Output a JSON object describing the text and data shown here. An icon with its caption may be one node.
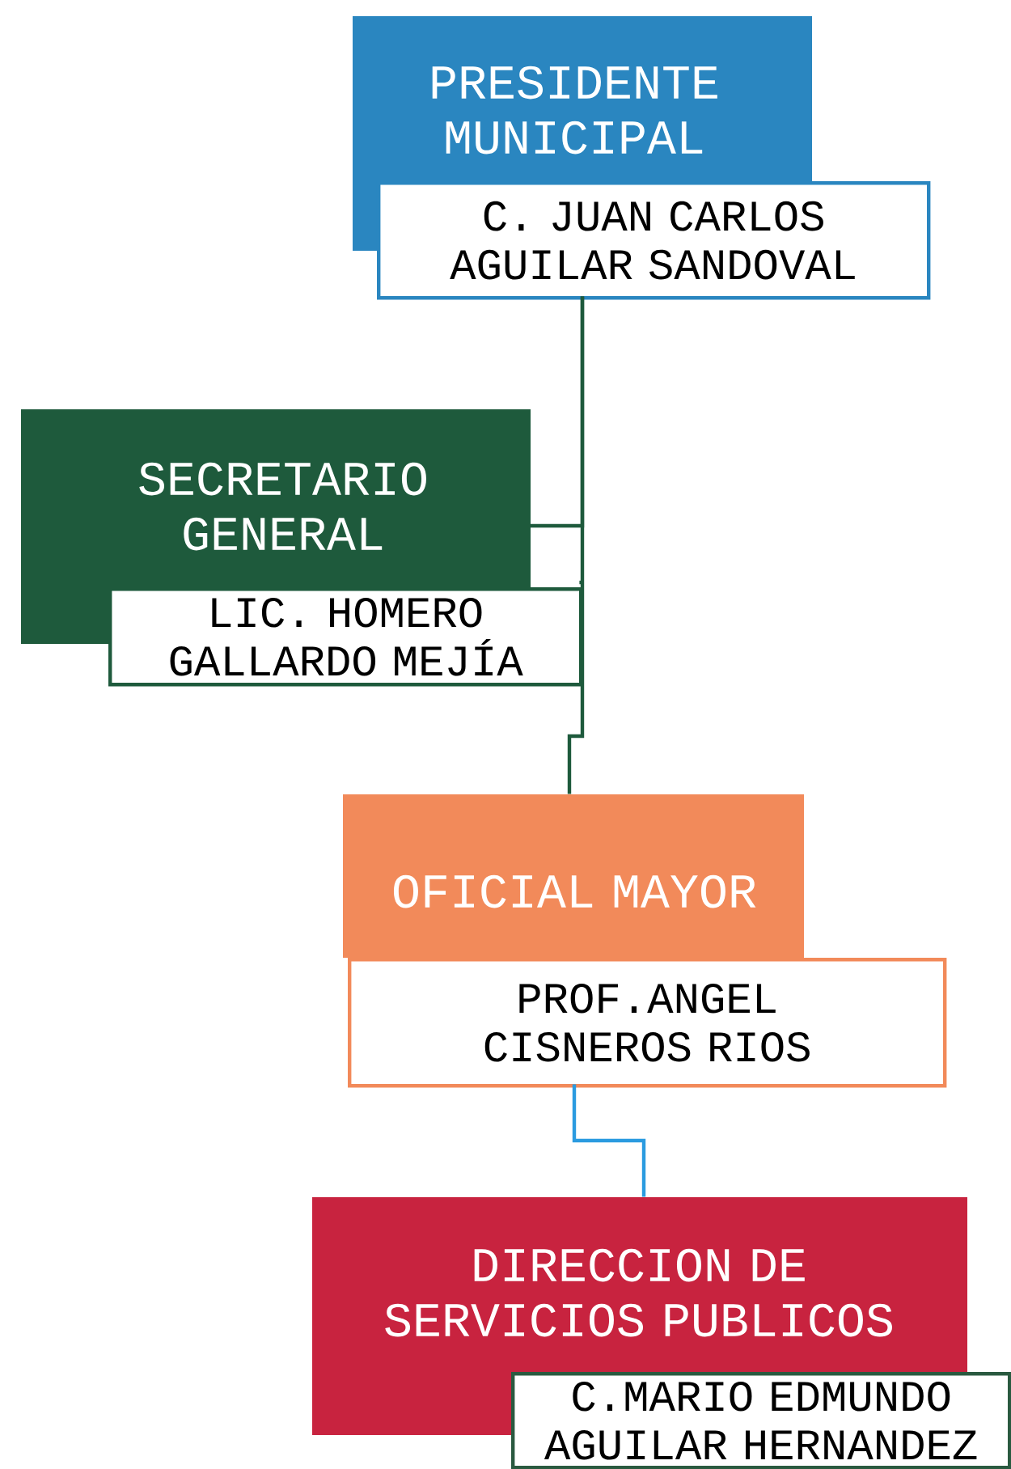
{
  "diagram": {
    "nodes": [
      {
        "text": [
          "PRESIDENTE MUNICIPAL",
          "C. JUAN CARLOS AGUILAR SANDOVAL"
        ]
      },
      {
        "text": [
          "SECRETARIO GENERAL",
          "LIC. HOMERO GALLARDO MEJÍA"
        ]
      },
      {
        "text": [
          "OFICIAL MAYOR",
          "PROF.ANGEL CISNEROS RIOS"
        ]
      },
      {
        "text": [
          "DIRECCION DE SERVICIOS PUBLICOS",
          "C.MARIO EDMUNDO AGUILAR HERNANDEZ"
        ]
      }
    ],
    "edges": [
      {
        "from": 0,
        "to": 1,
        "arrow": "none"
      },
      {
        "from": 0,
        "to": 2,
        "arrow": "none"
      },
      {
        "from": 2,
        "to": 3,
        "arrow": "none",
        "color": "#2b9be0"
      }
    ]
  }
}
